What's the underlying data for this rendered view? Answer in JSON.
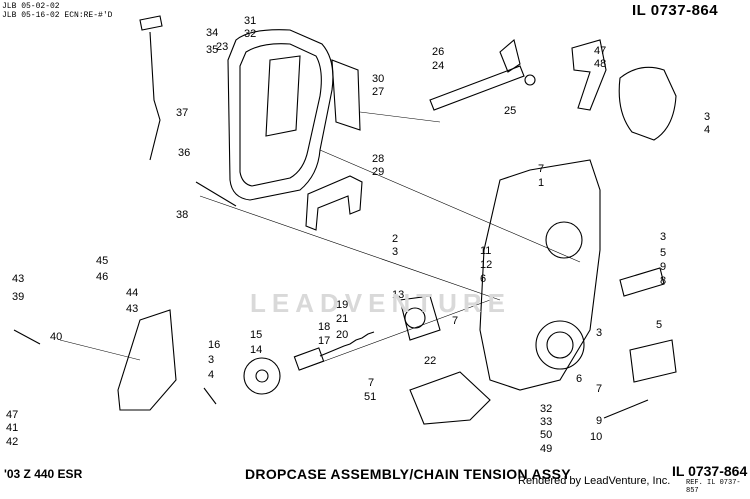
{
  "header": {
    "line1": "JLB 05-02-02",
    "line2": "JLB 05-16-02 ECN:RE-#'D",
    "illustration_id": "IL 0737-864"
  },
  "footer": {
    "model": "'03 Z 440 ESR",
    "title": "DROPCASE ASSEMBLY/CHAIN TENSION ASSY",
    "rendered_by": "Rendered by LeadVenture, Inc.",
    "illustration_id": "IL 0737-864",
    "ref": "REF. IL 0737-857"
  },
  "watermark": "LEADVENTURE",
  "colors": {
    "ink": "#000000",
    "watermark": "#d9d9d9"
  },
  "callouts": [
    "34",
    "35",
    "37",
    "36",
    "31",
    "32",
    "23",
    "30",
    "27",
    "28",
    "29",
    "38",
    "26",
    "24",
    "25",
    "47",
    "48",
    "3",
    "4",
    "7",
    "1",
    "3",
    "5",
    "9",
    "8",
    "5",
    "3",
    "2",
    "3",
    "11",
    "12",
    "6",
    "13",
    "7",
    "22",
    "19",
    "21",
    "20",
    "18",
    "17",
    "15",
    "14",
    "16",
    "3",
    "4",
    "45",
    "46",
    "44",
    "43",
    "43",
    "39",
    "40",
    "47",
    "41",
    "42",
    "7",
    "51",
    "32",
    "33",
    "50",
    "49",
    "6",
    "7",
    "9",
    "10"
  ]
}
